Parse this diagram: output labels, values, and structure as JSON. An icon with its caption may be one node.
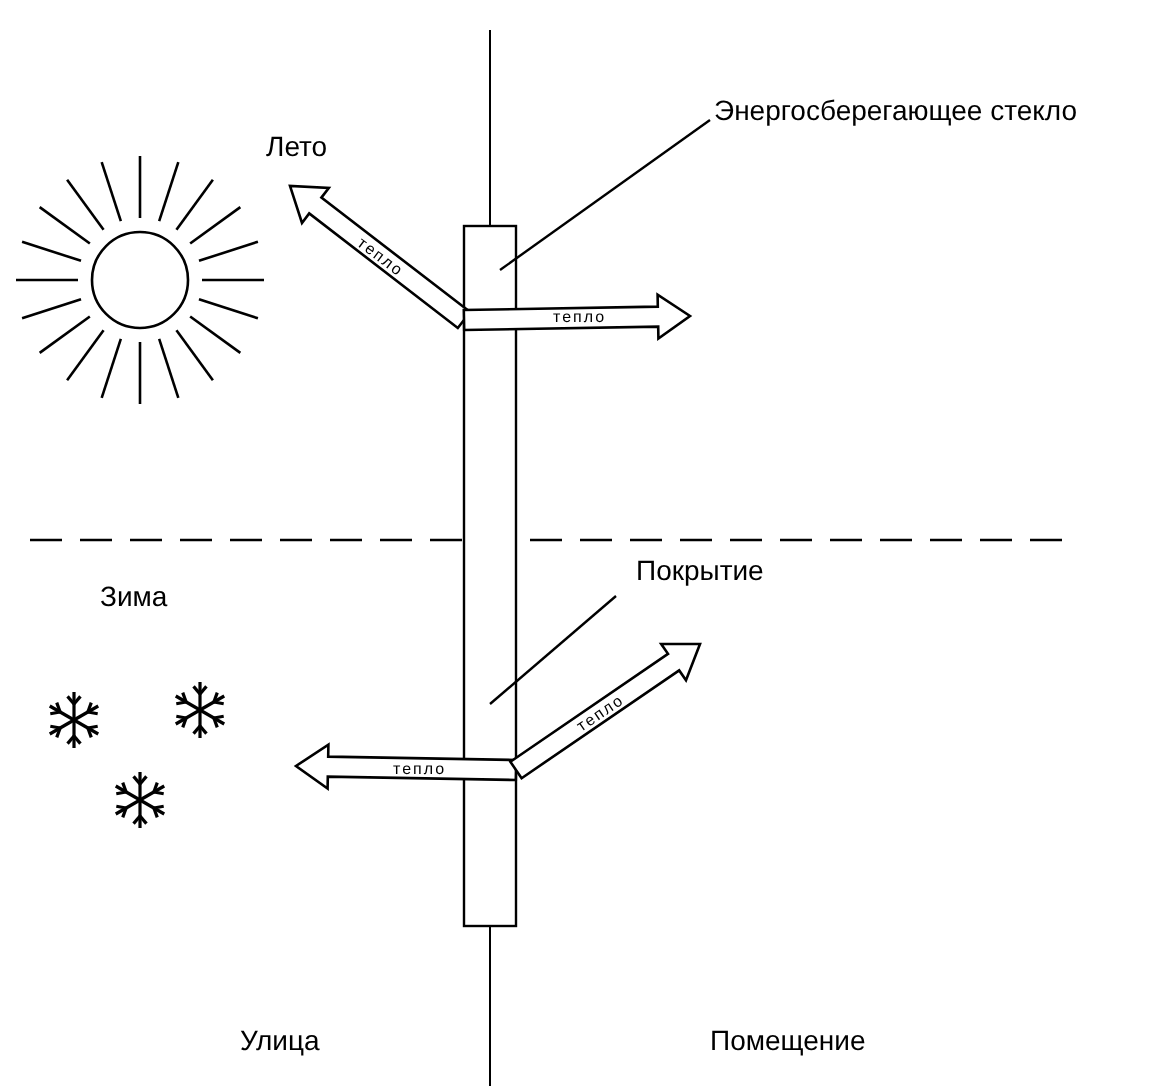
{
  "diagram": {
    "nodes": [
      {
        "text": [
          "Энергосберегающее стекло"
        ]
      },
      {
        "text": [],
        "shape": "box"
      },
      {
        "text": [
          "Покрытие"
        ]
      }
    ],
    "edges": [
      {
        "from": 0,
        "to": 1,
        "arrow": "none"
      },
      {
        "from": 2,
        "to": 1,
        "arrow": "none"
      }
    ],
    "labels": [
      "Лето",
      "тепло",
      "тепло",
      "Зима",
      "тепло",
      "тепло",
      "Улица",
      "Помещение"
    ]
  }
}
